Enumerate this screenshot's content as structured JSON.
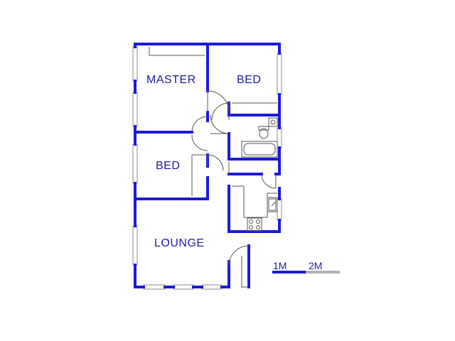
{
  "colors": {
    "wall": "#1a1adc",
    "label": "#1a1a9a",
    "fixture": "#555555",
    "window": "#8a8a8a",
    "scale_light": "#b0b0b0"
  },
  "rooms": {
    "master": "MASTER",
    "bed_top": "BED",
    "bed_left": "BED",
    "lounge": "LOUNGE"
  },
  "scale": {
    "label_1": "1M",
    "label_2": "2M"
  }
}
